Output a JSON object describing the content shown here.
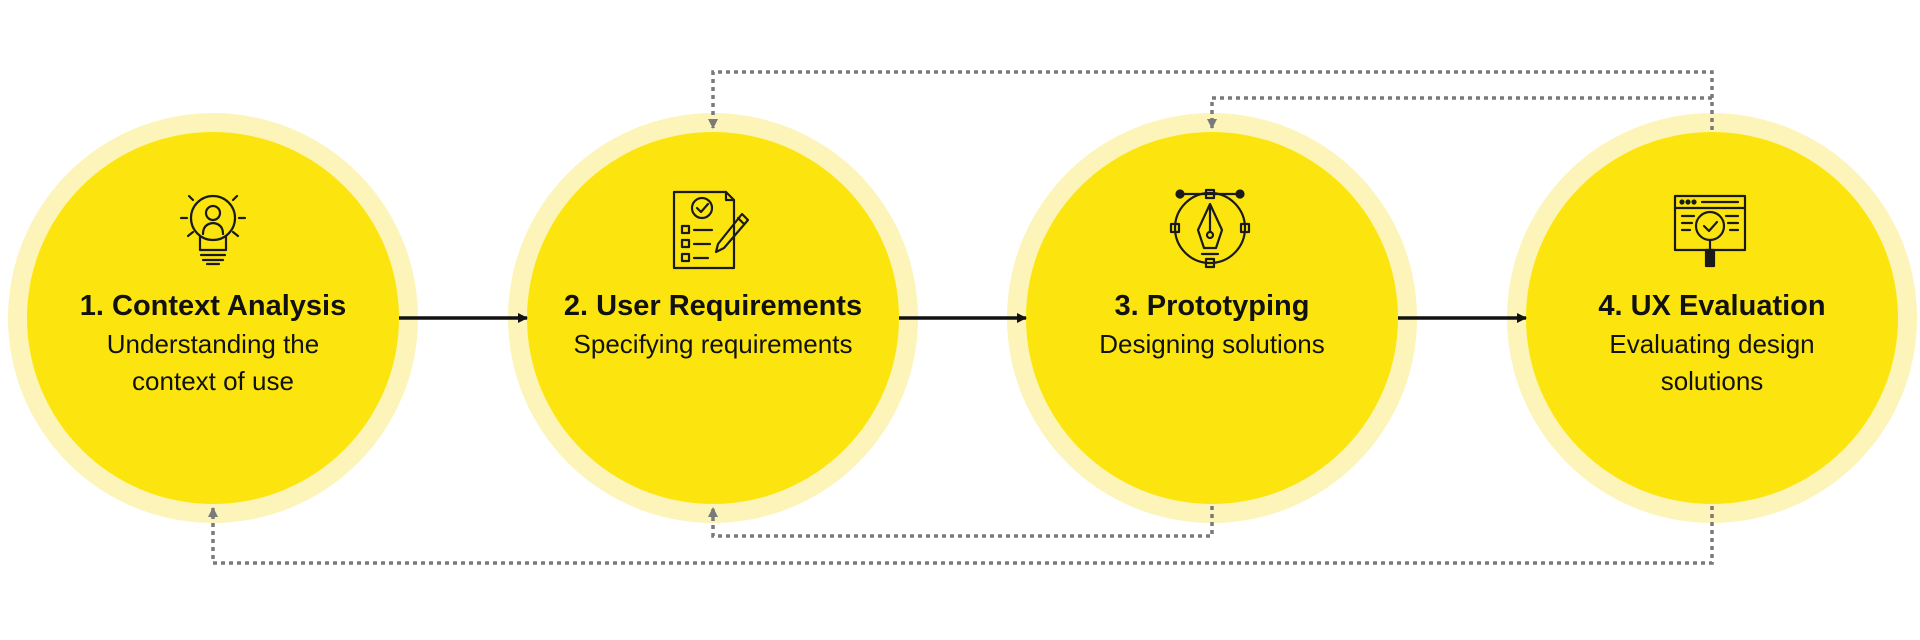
{
  "colors": {
    "circle_fill": "#FCE50E",
    "halo_fill": "#FCF4B8",
    "arrow": "#111111",
    "feedback_line": "#7a7a7a",
    "icon_stroke": "#1a1a1a"
  },
  "stages": [
    {
      "title": "1. Context Analysis",
      "description": "Understanding the context of use",
      "icon": "lightbulb-person-icon"
    },
    {
      "title": "2. User Requirements",
      "description": "Specifying requirements",
      "icon": "checklist-pencil-icon"
    },
    {
      "title": "3. Prototyping",
      "description": "Designing solutions",
      "icon": "pen-tool-icon"
    },
    {
      "title": "4. UX Evaluation",
      "description": "Evaluating design solutions",
      "icon": "browser-magnifier-check-icon"
    }
  ],
  "flow": [
    {
      "from": 1,
      "to": 2,
      "style": "solid"
    },
    {
      "from": 2,
      "to": 3,
      "style": "solid"
    },
    {
      "from": 3,
      "to": 4,
      "style": "solid"
    },
    {
      "from": 4,
      "to": 2,
      "style": "dotted"
    },
    {
      "from": 4,
      "to": 3,
      "style": "dotted"
    },
    {
      "from": 3,
      "to": 2,
      "style": "dotted"
    },
    {
      "from": 4,
      "to": 1,
      "style": "dotted"
    }
  ]
}
